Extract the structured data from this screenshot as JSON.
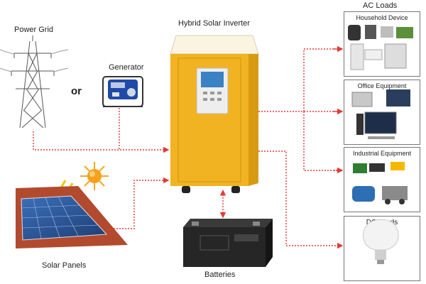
{
  "labels": {
    "power_grid": "Power Grid",
    "or": "or",
    "generator": "Generator",
    "inverter": "Hybrid Solar Inverter",
    "solar_panels": "Solar Panels",
    "batteries": "Batteries",
    "ac_loads": "AC Loads"
  },
  "boxes": {
    "household": "Household Device",
    "office": "Office Equipment",
    "industrial": "Industrial Equipment",
    "dc": "DC Loads"
  },
  "colors": {
    "wire": "#e53935",
    "inverter_body": "#f2b322",
    "inverter_top": "#fbf4e0",
    "sun": "#f5a623"
  }
}
